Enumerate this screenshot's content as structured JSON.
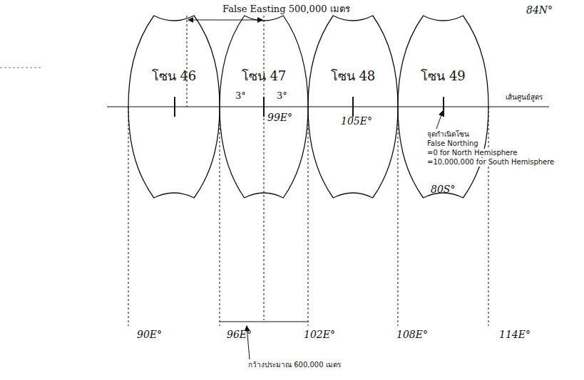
{
  "diagram": {
    "nodes": [
      {
        "text": [
          "โซน 46"
        ]
      },
      {
        "text": [
          "โซน 47"
        ]
      },
      {
        "text": [
          "โซน 48"
        ]
      },
      {
        "text": [
          "โซน 49"
        ]
      }
    ],
    "labels": [
      "False Easting 500,000 เมตร",
      "84N°",
      "3°",
      "3°",
      "เส้นศูนย์สูตร",
      "99E°",
      "105E°",
      "จุดกำเนิดโซน",
      "False Northing",
      "=0 for North Hemisphere",
      "=10,000,000 for South Hemisphere",
      "80S°",
      "90E°",
      "96E°",
      "102E°",
      "108E°",
      "114E°",
      "กว้างประมาณ 600,000 เมตร"
    ]
  }
}
